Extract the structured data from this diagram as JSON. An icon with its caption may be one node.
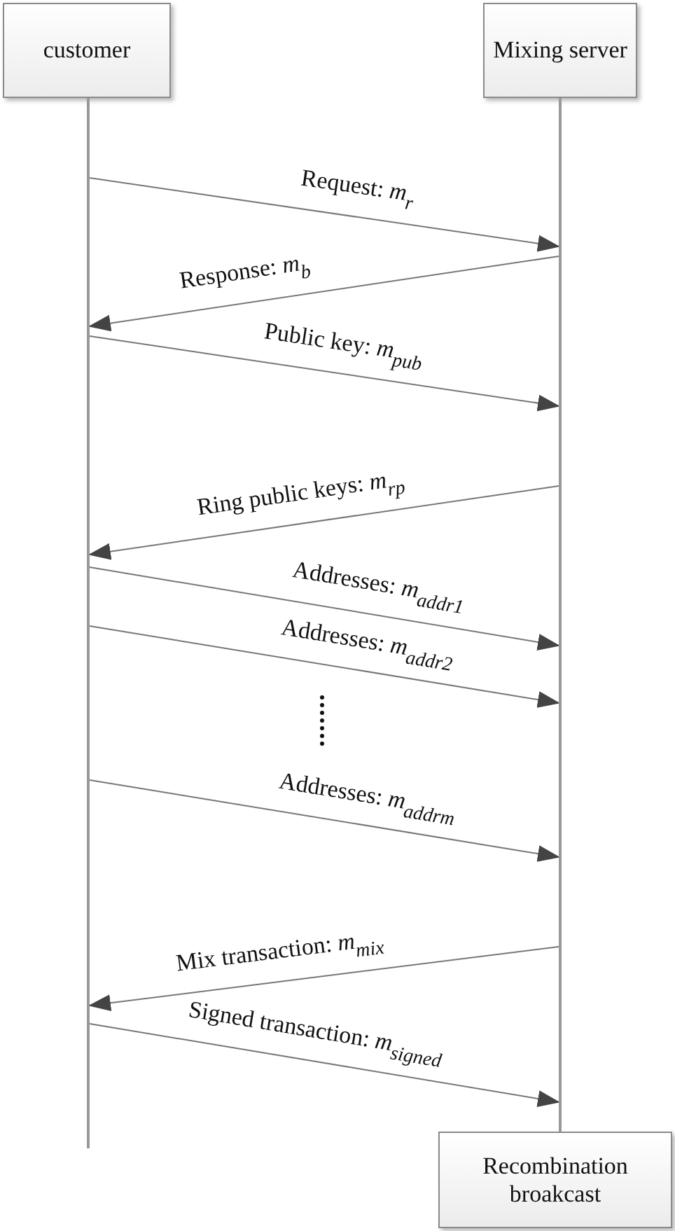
{
  "diagram": {
    "nodes": [
      {
        "text": [
          "customer"
        ]
      },
      {
        "text": [
          "Mixing server"
        ]
      },
      {
        "text": [
          "Recombination broakcast"
        ]
      },
      {
        "text": [],
        "shape": "bar"
      },
      {
        "text": [],
        "shape": "bar"
      }
    ],
    "edges": [
      {
        "from": 3,
        "to": 4,
        "arrow": "to",
        "label": "Request: *m*$_{r}$"
      },
      {
        "from": 4,
        "to": 3,
        "arrow": "to",
        "label": "Response: *m*$_{b}$"
      },
      {
        "from": 3,
        "to": 4,
        "arrow": "to",
        "label": "Public key: *m*$_{pub}$"
      },
      {
        "from": 4,
        "to": 3,
        "arrow": "to",
        "label": "Ring public keys: *m*$_{rp}$"
      },
      {
        "from": 3,
        "to": 4,
        "arrow": "to",
        "label": "Addresses: *m*$_{addr1}$"
      },
      {
        "from": 3,
        "to": 4,
        "arrow": "to",
        "label": "Addresses: *m*$_{addr2}$"
      },
      {
        "from": 3,
        "to": 4,
        "arrow": "to",
        "label": "Addresses: *m*$_{addrm}$"
      },
      {
        "from": 4,
        "to": 3,
        "arrow": "to",
        "label": "Mix transaction: *m*$_{mix}$"
      },
      {
        "from": 3,
        "to": 4,
        "arrow": "to",
        "label": "Signed transaction: *m*$_{signed}$"
      }
    ]
  }
}
